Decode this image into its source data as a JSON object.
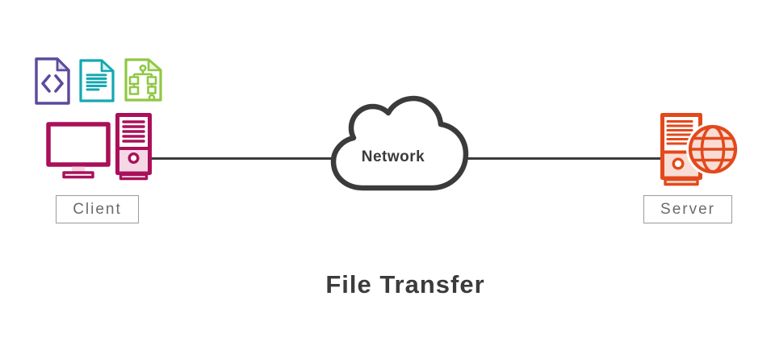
{
  "title": "File Transfer",
  "client": {
    "label": "Client",
    "icons": [
      "code-file-icon",
      "text-document-icon",
      "org-chart-file-icon",
      "monitor-icon",
      "desktop-tower-icon"
    ]
  },
  "network": {
    "label": "Network",
    "icon": "cloud-icon"
  },
  "server": {
    "label": "Server",
    "icons": [
      "server-tower-icon",
      "globe-icon"
    ]
  },
  "colors": {
    "ink": "#3b3b3b",
    "purple": "#5c4a9d",
    "purple-light": "#e2dcf0",
    "teal": "#13a8b1",
    "teal-light": "#d9f0f2",
    "green": "#8fc843",
    "green-light": "#e9f5d8",
    "magenta": "#aa1059",
    "magenta-light": "#f5d8e6",
    "orange": "#e2491c",
    "orange-light": "#f9ddd4",
    "label-border": "#9b9b9b",
    "label-text": "#6b6b6b"
  }
}
